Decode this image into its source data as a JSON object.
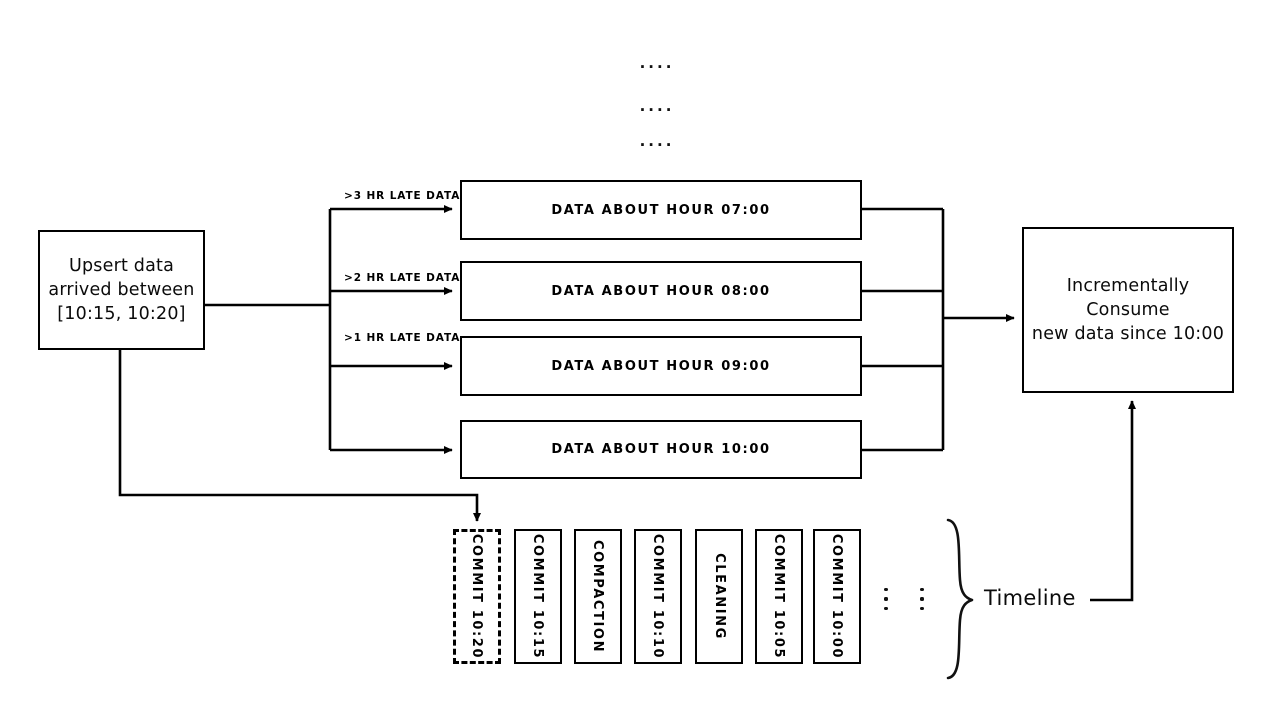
{
  "diagram": {
    "title_hidden": "",
    "source_box": {
      "line1": "Upsert data",
      "line2": "arrived between",
      "line3": "[10:15, 10:20]"
    },
    "sink_box": {
      "line1": "Incrementally Consume",
      "line2": "new data since 10:00"
    },
    "ellipsis_rows": [
      "....",
      "....",
      "...."
    ],
    "arrow_labels": [
      ">3 HR LATE DATA",
      ">2 HR LATE DATA",
      ">1 HR LATE DATA",
      ""
    ],
    "data_boxes": [
      "DATA ABOUT HOUR 07:00",
      "DATA ABOUT HOUR 08:00",
      "DATA ABOUT HOUR 09:00",
      "DATA ABOUT HOUR 10:00"
    ],
    "timeline": {
      "label": "Timeline",
      "commits": [
        {
          "label": "COMMIT 10:20",
          "style": "dashed"
        },
        {
          "label": "COMMIT 10:15",
          "style": "solid"
        },
        {
          "label": "COMPACTION",
          "style": "solid"
        },
        {
          "label": "COMMIT 10:10",
          "style": "solid"
        },
        {
          "label": "CLEANING",
          "style": "solid"
        },
        {
          "label": "COMMIT 10:05",
          "style": "solid"
        },
        {
          "label": "COMMIT 10:00",
          "style": "solid"
        }
      ],
      "continuation_dots": [
        "vertical-dots",
        "vertical-dots"
      ]
    },
    "colors": {
      "stroke": "#000000",
      "background": "#ffffff",
      "text": "#0b0b0b"
    }
  }
}
